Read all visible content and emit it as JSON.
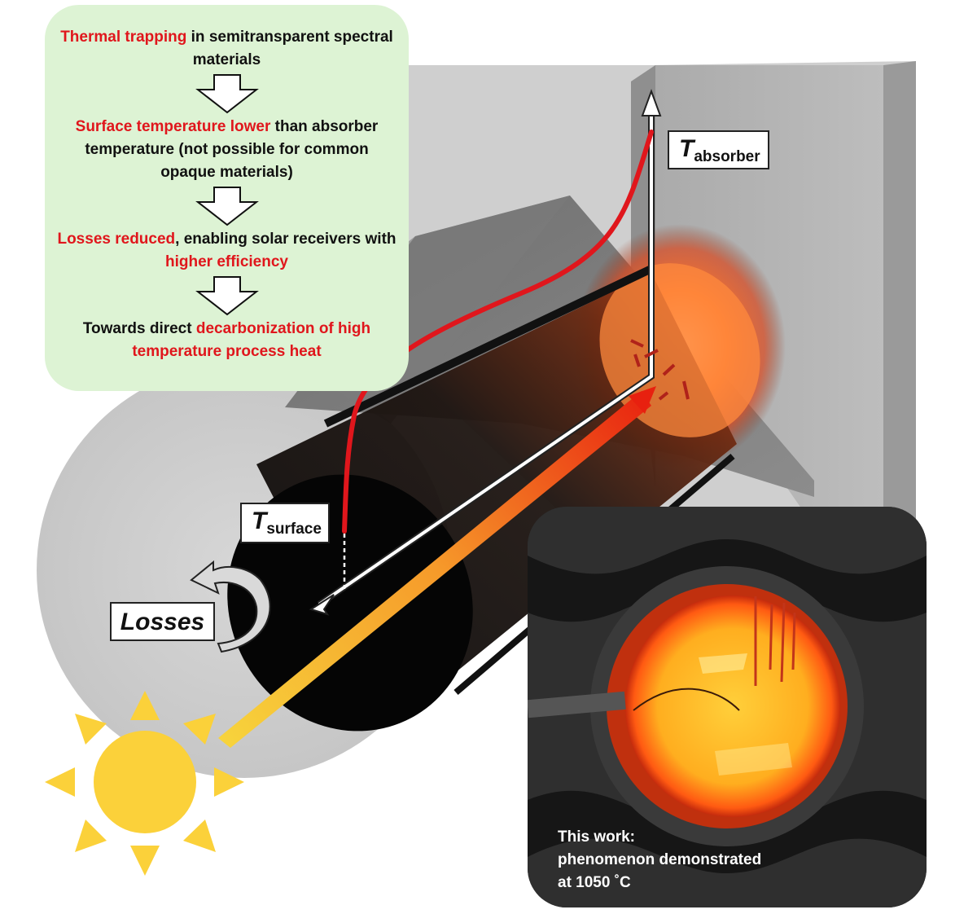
{
  "flow": {
    "step1": {
      "highlight": "Thermal trapping",
      "rest": " in semitransparent spectral materials"
    },
    "step2": {
      "highlight": "Surface temperature lower",
      "rest": "  than absorber temperature (not possible for common opaque materials)"
    },
    "step3": {
      "highlight1": "Losses reduced",
      "middle": ", enabling solar receivers with ",
      "highlight2": "higher efficiency"
    },
    "step4": {
      "lead": "Towards direct ",
      "highlight": "decarbonization of high temperature process heat"
    }
  },
  "labels": {
    "absorber_T": "T",
    "absorber_sub": "absorber",
    "surface_T": "T",
    "surface_sub": "surface",
    "losses": "Losses"
  },
  "photo": {
    "caption_line1": "This work:",
    "caption_line2": "phenomenon demonstrated",
    "caption_line3": "at 1050 ˚C"
  },
  "colors": {
    "highlight_red": "#e0161c",
    "box_green": "#ddf3d4",
    "sun_yellow": "#fbd13a",
    "glow_orange": "#ff7a2e"
  }
}
